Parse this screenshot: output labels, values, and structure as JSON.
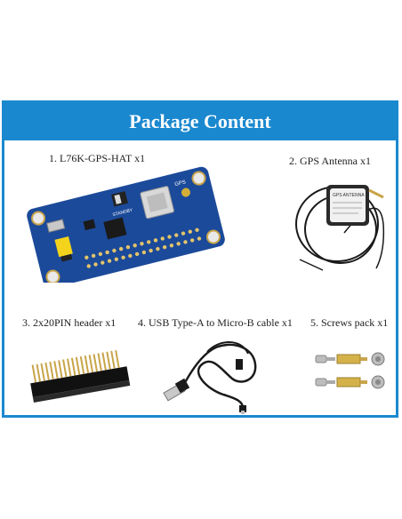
{
  "page": {
    "title": "Package Content"
  },
  "items": [
    {
      "label": "1. L76K-GPS-HAT x1",
      "board_silkscreen": [
        "GPS",
        "STANDBY"
      ]
    },
    {
      "label": "2. GPS Antenna x1",
      "sticker_text": [
        "GPS ANTENNA"
      ]
    },
    {
      "label": "3. 2x20PIN header x1"
    },
    {
      "label": "4. USB Type-A to Micro-B cable x1"
    },
    {
      "label": "5. Screws pack x1"
    }
  ],
  "colors": {
    "accent": "#1a88cf",
    "board": "#1c4a9a",
    "header_pins": "#c9a44a"
  }
}
